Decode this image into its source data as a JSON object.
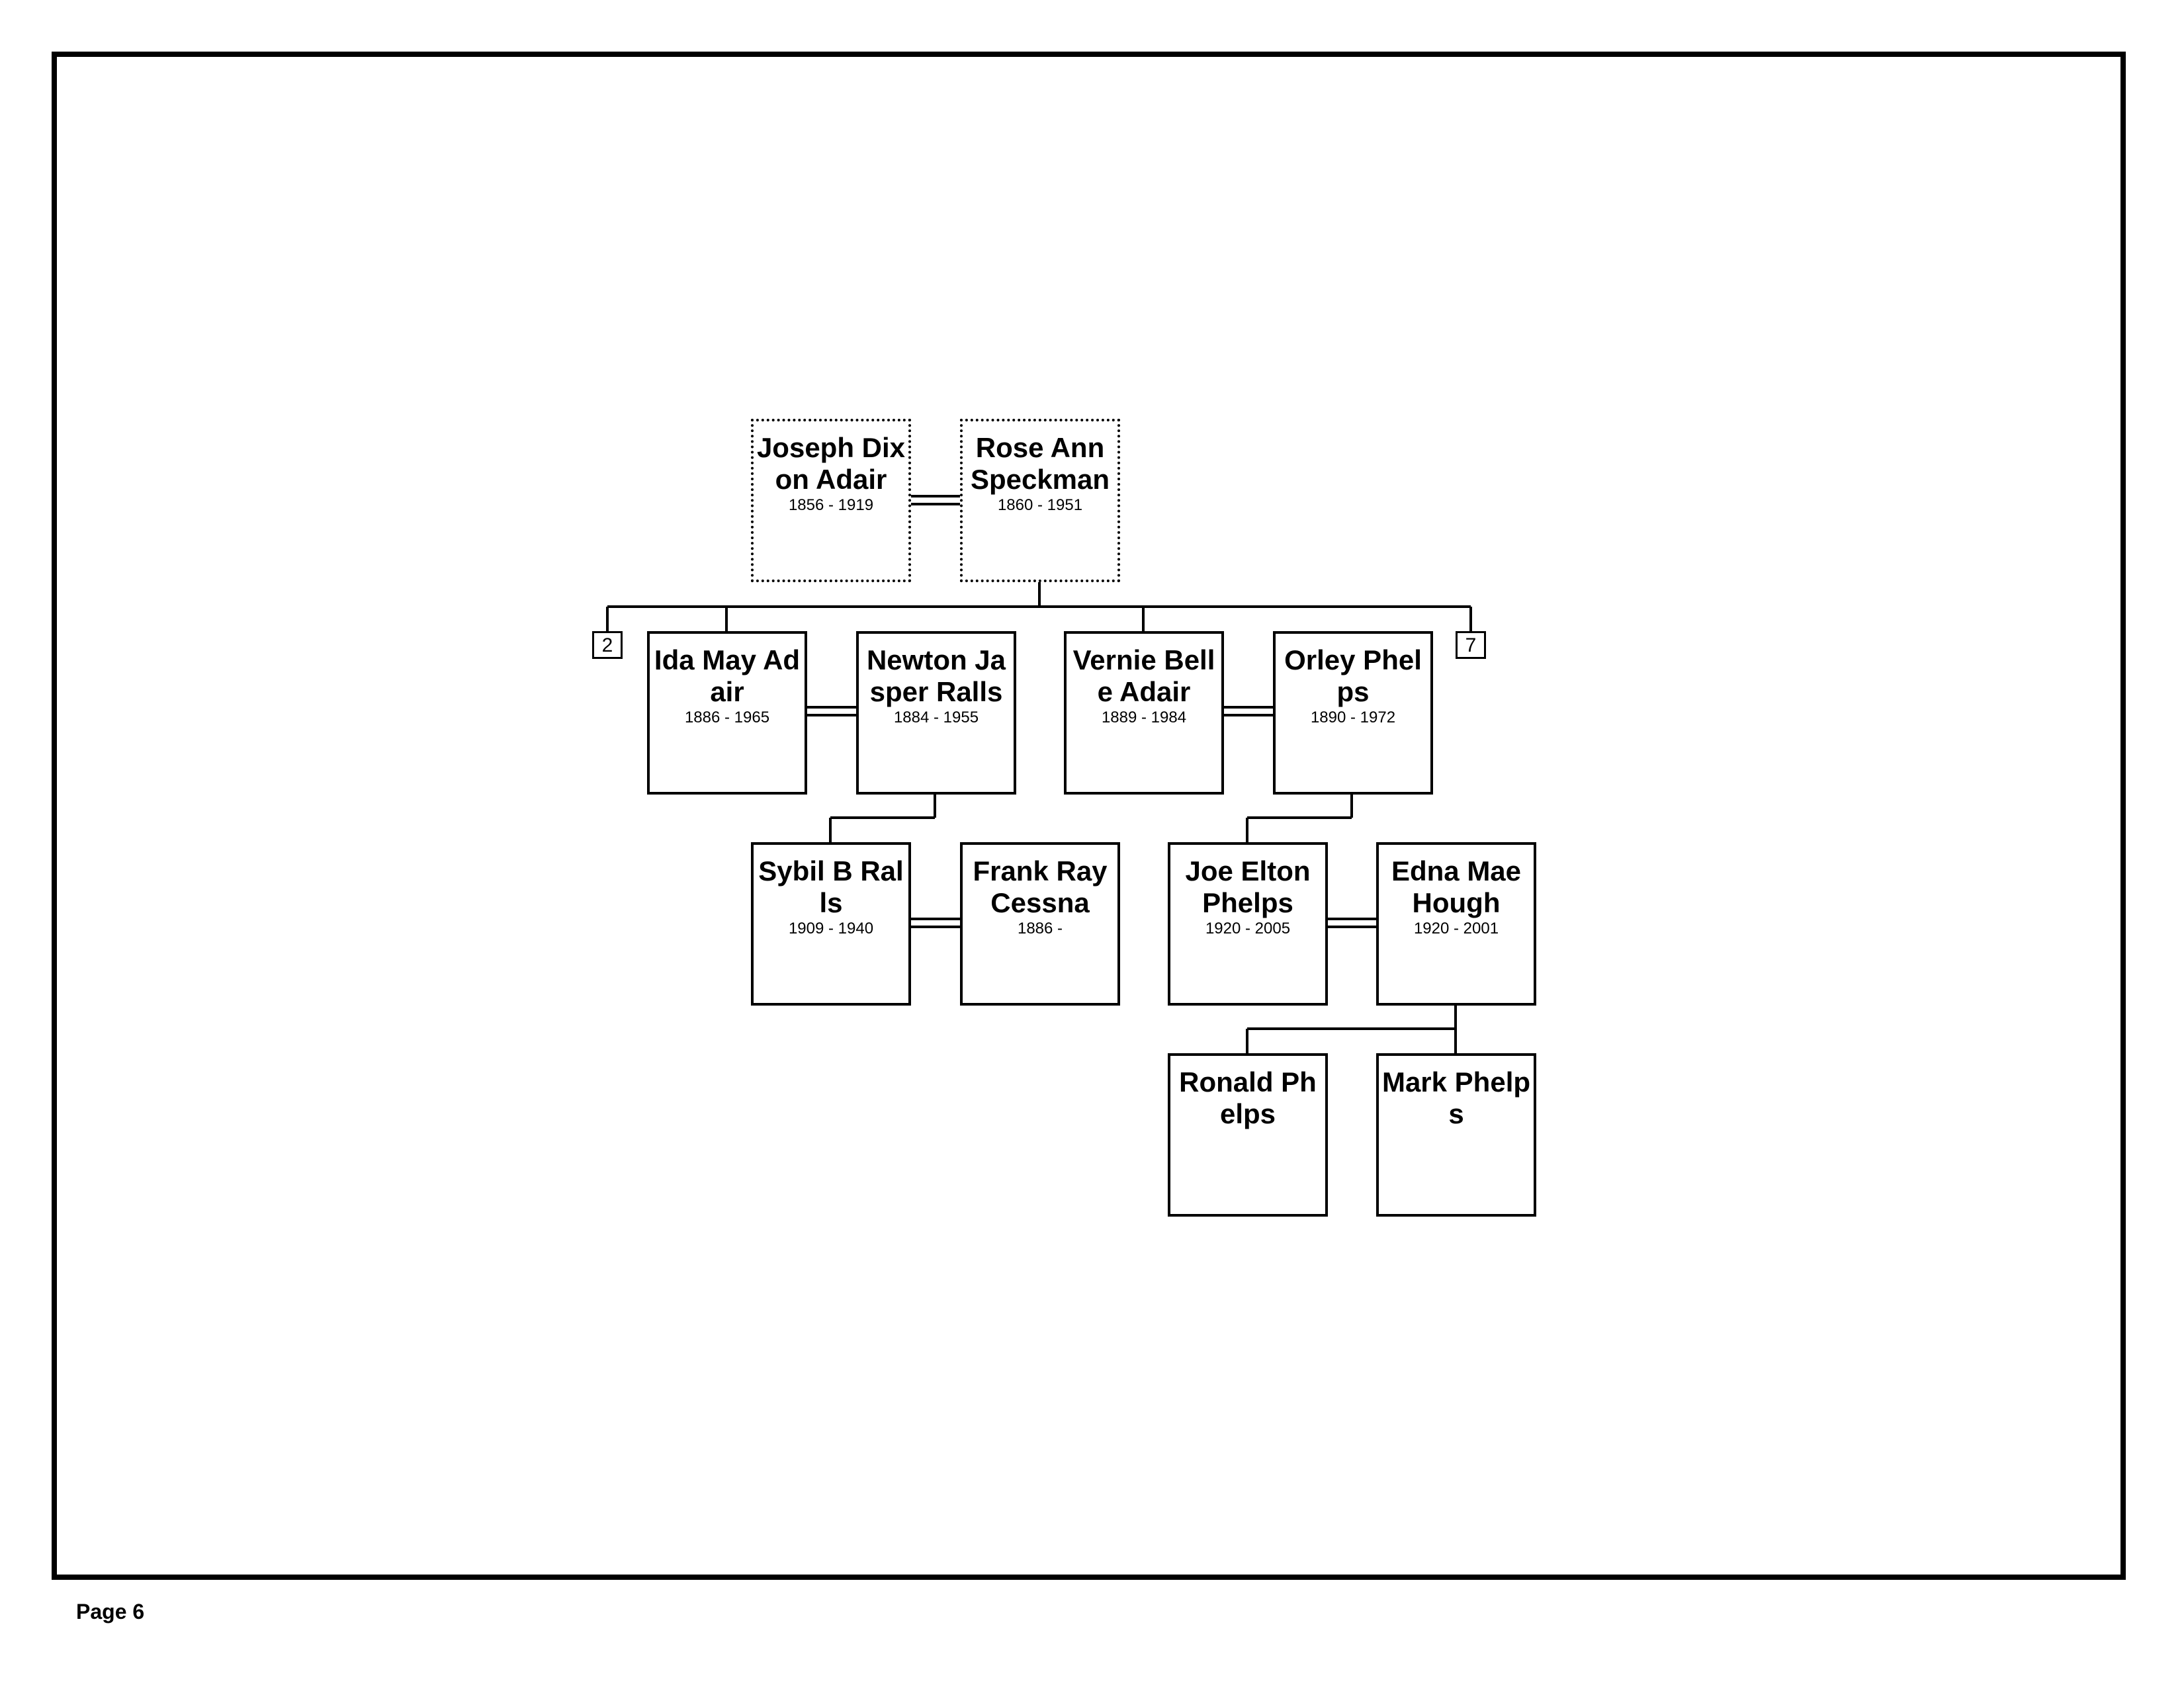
{
  "page": {
    "label": "Page 6"
  },
  "people": {
    "joseph": {
      "name": "Joseph Dixon Adair",
      "dates": "1856 - 1919"
    },
    "rose": {
      "name": "Rose Ann Speckman",
      "dates": "1860 - 1951"
    },
    "ida": {
      "name": "Ida May Adair",
      "dates": "1886 - 1965"
    },
    "newton": {
      "name": "Newton Jasper Ralls",
      "dates": "1884 - 1955"
    },
    "vernie": {
      "name": "Vernie Belle Adair",
      "dates": "1889 - 1984"
    },
    "orley": {
      "name": "Orley Phelps",
      "dates": "1890 - 1972"
    },
    "sybil": {
      "name": "Sybil B Ralls",
      "dates": "1909 - 1940"
    },
    "frank": {
      "name": "Frank Ray Cessna",
      "dates": "1886 -"
    },
    "joe": {
      "name": "Joe Elton Phelps",
      "dates": "1920 - 2005"
    },
    "edna": {
      "name": "Edna Mae Hough",
      "dates": "1920 - 2001"
    },
    "ronald": {
      "name": "Ronald Phelps",
      "dates": ""
    },
    "mark": {
      "name": "Mark Phelps",
      "dates": ""
    }
  },
  "more_children": {
    "left": "2",
    "right": "7"
  }
}
